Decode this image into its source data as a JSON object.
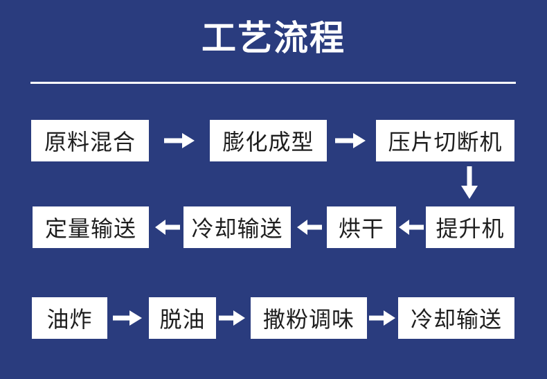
{
  "page": {
    "title": "工艺流程",
    "colors": {
      "background": "#2A3C7E",
      "title_text": "#FFFFFF",
      "divider": "#FFFFFF",
      "box_background": "#FFFFFF",
      "box_text": "#1E1E1E",
      "arrow": "#FFFFFF"
    }
  },
  "flow": {
    "rows": [
      {
        "direction": "right",
        "steps": [
          {
            "label": "原料混合"
          },
          {
            "label": "膨化成型"
          },
          {
            "label": "压片切断机"
          }
        ]
      },
      {
        "direction": "left",
        "steps": [
          {
            "label": "定量输送"
          },
          {
            "label": "冷却输送"
          },
          {
            "label": "烘干"
          },
          {
            "label": "提升机"
          }
        ]
      },
      {
        "direction": "right",
        "steps": [
          {
            "label": "油炸"
          },
          {
            "label": "脱油"
          },
          {
            "label": "撒粉调味"
          },
          {
            "label": "冷却输送"
          }
        ]
      }
    ]
  }
}
